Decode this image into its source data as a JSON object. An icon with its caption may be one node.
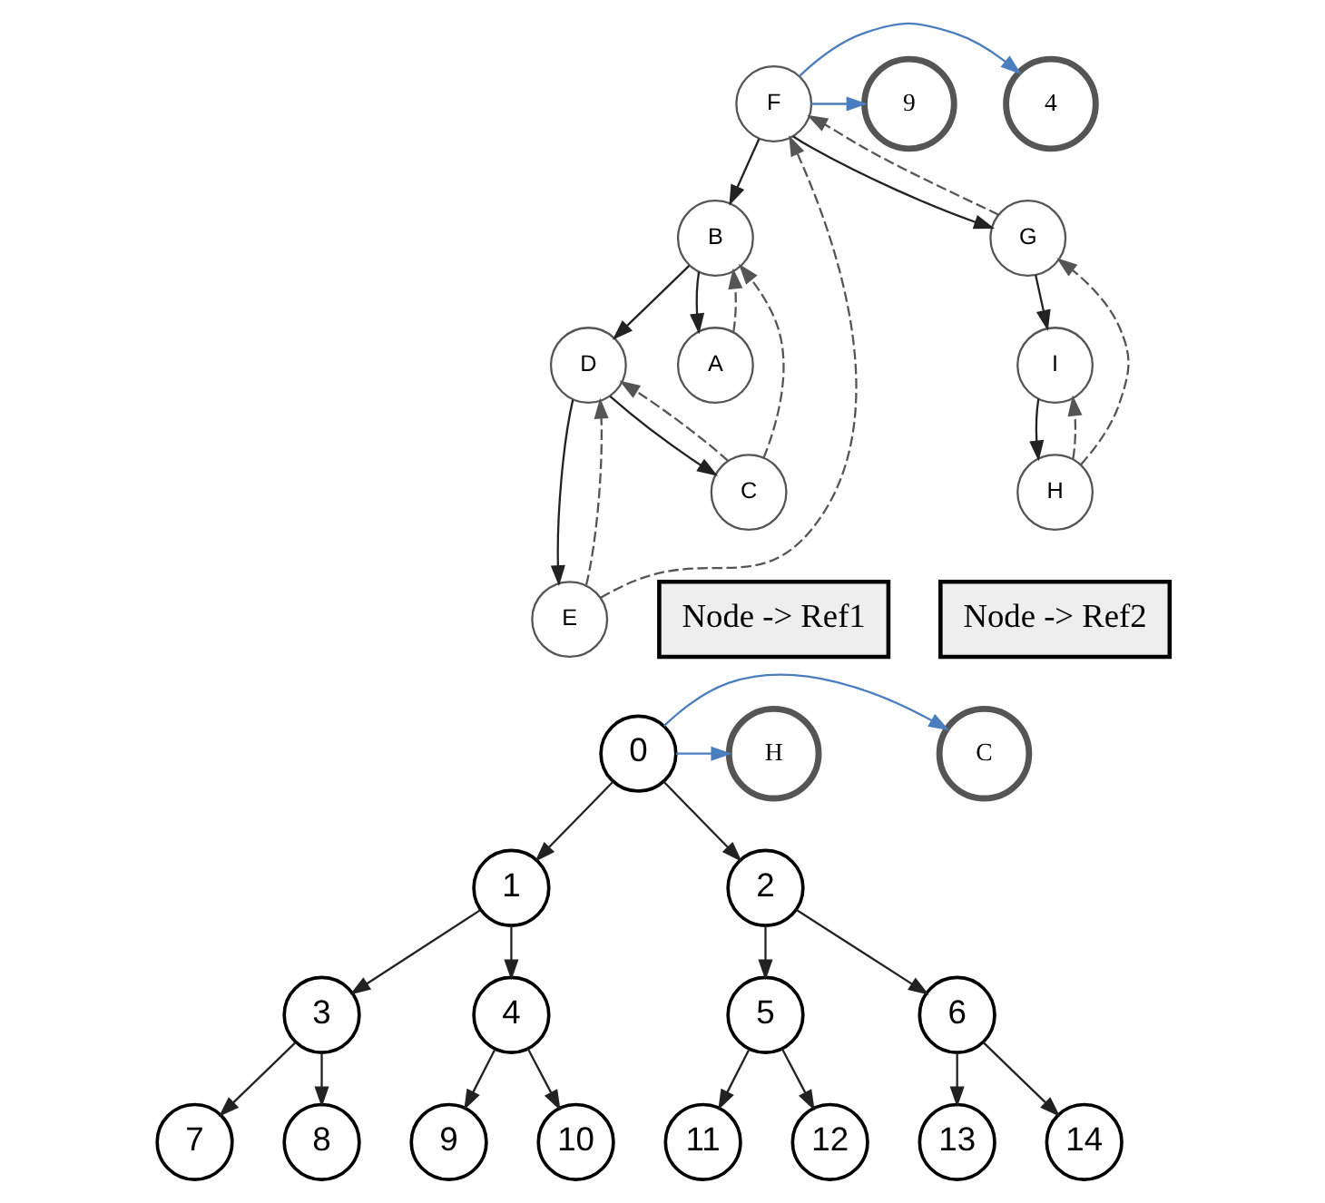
{
  "diagram": {
    "nodes": [
      {
        "text": [
          "4"
        ]
      },
      {
        "text": [
          "F"
        ]
      },
      {
        "text": [
          "9"
        ]
      },
      {
        "text": [
          "B"
        ]
      },
      {
        "text": [
          "G"
        ]
      },
      {
        "text": [
          "A"
        ]
      },
      {
        "text": [
          "D"
        ]
      },
      {
        "text": [
          "I"
        ]
      },
      {
        "text": [
          "C"
        ]
      },
      {
        "text": [
          "E"
        ]
      },
      {
        "text": [
          "H"
        ]
      },
      {
        "text": [
          "Node -> Ref1"
        ]
      },
      {
        "text": [
          "Node -> Ref2"
        ]
      },
      {
        "text": [
          "H"
        ]
      },
      {
        "text": [
          "0"
        ]
      },
      {
        "text": [
          "C"
        ]
      },
      {
        "text": [
          "1"
        ]
      },
      {
        "text": [
          "2"
        ]
      },
      {
        "text": [
          "3"
        ]
      },
      {
        "text": [
          "4"
        ]
      },
      {
        "text": [
          "5"
        ]
      },
      {
        "text": [
          "6"
        ]
      },
      {
        "text": [
          "7"
        ]
      },
      {
        "text": [
          "8"
        ]
      },
      {
        "text": [
          "9"
        ]
      },
      {
        "text": [
          "10"
        ]
      },
      {
        "text": [
          "11"
        ]
      },
      {
        "text": [
          "12"
        ]
      },
      {
        "text": [
          "13"
        ]
      },
      {
        "text": [
          "14"
        ]
      }
    ],
    "edges": [
      {
        "from": 1,
        "to": 0,
        "arrow": "to",
        "color": "#4a7ebf"
      },
      {
        "from": 1,
        "to": 2,
        "arrow": "to",
        "color": "#4a7ebf"
      },
      {
        "from": 1,
        "to": 3,
        "arrow": "to"
      },
      {
        "from": 1,
        "to": 4,
        "arrow": "to"
      },
      {
        "from": 3,
        "to": 5,
        "arrow": "to"
      },
      {
        "from": 3,
        "to": 6,
        "arrow": "to"
      },
      {
        "from": 4,
        "to": 7,
        "arrow": "to"
      },
      {
        "from": 6,
        "to": 8,
        "arrow": "to"
      },
      {
        "from": 6,
        "to": 9,
        "arrow": "to"
      },
      {
        "from": 7,
        "to": 10,
        "arrow": "to"
      },
      {
        "from": 5,
        "to": 3,
        "arrow": "to",
        "style": "dashed"
      },
      {
        "from": 8,
        "to": 3,
        "arrow": "to",
        "style": "dashed"
      },
      {
        "from": 8,
        "to": 6,
        "arrow": "to",
        "style": "dashed"
      },
      {
        "from": 9,
        "to": 6,
        "arrow": "to",
        "style": "dashed"
      },
      {
        "from": 9,
        "to": 1,
        "arrow": "to",
        "style": "dashed"
      },
      {
        "from": 4,
        "to": 1,
        "arrow": "to",
        "style": "dashed"
      },
      {
        "from": 10,
        "to": 4,
        "arrow": "to",
        "style": "dashed"
      },
      {
        "from": 10,
        "to": 7,
        "arrow": "to",
        "style": "dashed"
      },
      {
        "from": 14,
        "to": 13,
        "arrow": "to",
        "color": "#4a7ebf"
      },
      {
        "from": 14,
        "to": 15,
        "arrow": "to",
        "color": "#4a7ebf"
      },
      {
        "from": 14,
        "to": 16,
        "arrow": "to"
      },
      {
        "from": 14,
        "to": 17,
        "arrow": "to"
      },
      {
        "from": 16,
        "to": 18,
        "arrow": "to"
      },
      {
        "from": 16,
        "to": 19,
        "arrow": "to"
      },
      {
        "from": 17,
        "to": 20,
        "arrow": "to"
      },
      {
        "from": 17,
        "to": 21,
        "arrow": "to"
      },
      {
        "from": 18,
        "to": 22,
        "arrow": "to"
      },
      {
        "from": 18,
        "to": 23,
        "arrow": "to"
      },
      {
        "from": 19,
        "to": 24,
        "arrow": "to"
      },
      {
        "from": 19,
        "to": 25,
        "arrow": "to"
      },
      {
        "from": 20,
        "to": 26,
        "arrow": "to"
      },
      {
        "from": 20,
        "to": 27,
        "arrow": "to"
      },
      {
        "from": 21,
        "to": 28,
        "arrow": "to"
      },
      {
        "from": 21,
        "to": 29,
        "arrow": "to"
      }
    ]
  }
}
